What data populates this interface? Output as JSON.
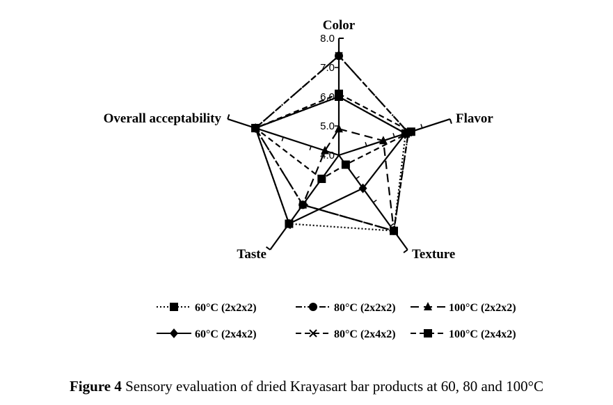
{
  "chart_data": {
    "type": "radar",
    "axes": [
      "Color",
      "Flavor",
      "Texture",
      "Taste",
      "Overall acceptability"
    ],
    "range": [
      4.0,
      8.0
    ],
    "ticks": [
      "4.0",
      "5.0",
      "6.0",
      "7.0",
      "8.0"
    ],
    "series": [
      {
        "name": "60°C (2x2x2)",
        "marker": "square",
        "dash": "dotted",
        "values": [
          6.0,
          6.4,
          7.2,
          6.9,
          7.0
        ]
      },
      {
        "name": "80°C (2x2x2)",
        "marker": "circle",
        "dash": "dashdot",
        "values": [
          7.4,
          6.5,
          7.2,
          6.1,
          7.0
        ]
      },
      {
        "name": "100°C (2x2x2)",
        "marker": "triangle",
        "dash": "longdash",
        "values": [
          4.9,
          5.6,
          7.2,
          6.1,
          4.5
        ]
      },
      {
        "name": "60°C (2x4x2)",
        "marker": "diamond",
        "dash": "solid",
        "values": [
          6.0,
          6.4,
          5.4,
          6.9,
          7.0
        ]
      },
      {
        "name": "80°C (2x4x2)",
        "marker": "x",
        "dash": "dash",
        "values": [
          7.4,
          6.5,
          7.2,
          6.1,
          7.0
        ]
      },
      {
        "name": "100°C (2x4x2)",
        "marker": "square",
        "dash": "dash",
        "values": [
          6.1,
          6.6,
          4.4,
          5.0,
          7.0
        ]
      }
    ],
    "legend": "bottom"
  },
  "caption": {
    "label": "Figure 4",
    "text": " Sensory evaluation of dried Krayasart bar products at 60, 80 and 100°C"
  }
}
